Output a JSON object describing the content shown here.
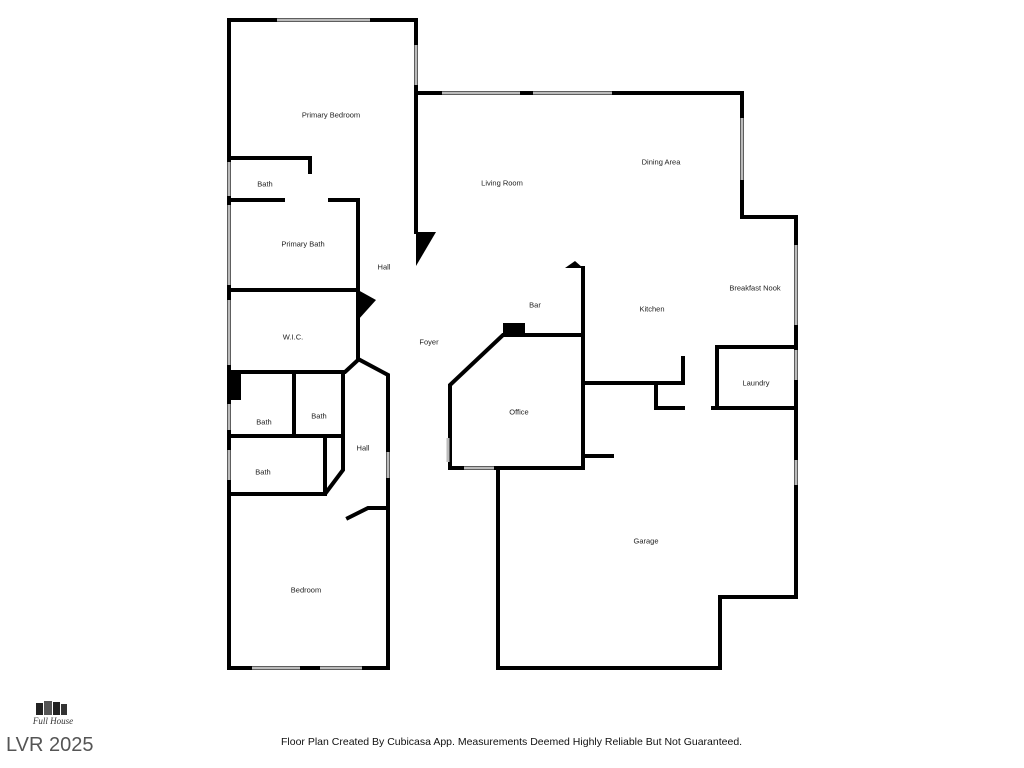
{
  "rooms": {
    "primary_bedroom": "Primary Bedroom",
    "bath1": "Bath",
    "primary_bath": "Primary Bath",
    "hall1": "Hall",
    "wic": "W.I.C.",
    "living_room": "Living Room",
    "dining_area": "Dining Area",
    "breakfast_nook": "Breakfast Nook",
    "kitchen": "Kitchen",
    "bar": "Bar",
    "foyer": "Foyer",
    "office": "Office",
    "laundry": "Laundry",
    "bath2": "Bath",
    "bath3": "Bath",
    "bath4": "Bath",
    "hall2": "Hall",
    "garage": "Garage",
    "bedroom": "Bedroom"
  },
  "footer": "Floor Plan Created By Cubicasa App. Measurements Deemed Highly Reliable But Not Guaranteed.",
  "watermark": "LVR 2025",
  "logo_text": "Full House"
}
